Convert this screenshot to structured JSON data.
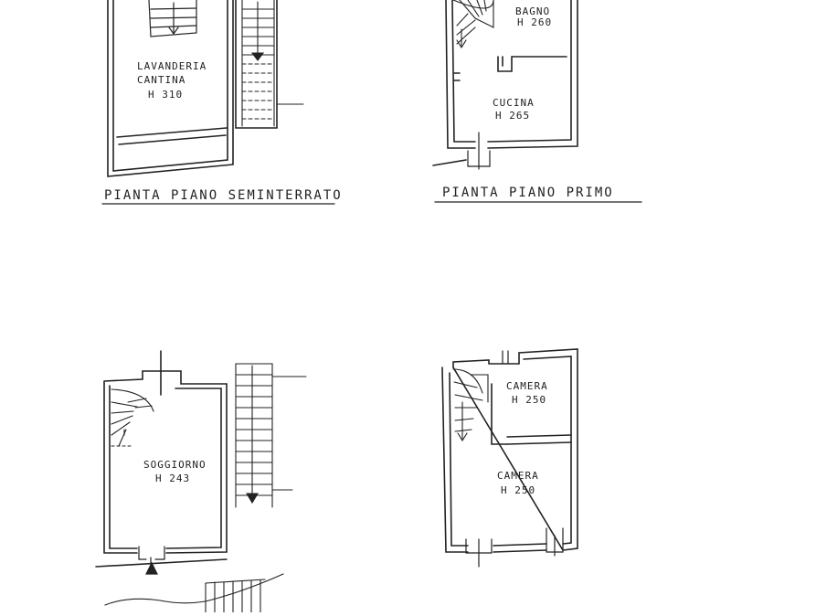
{
  "plans": {
    "basement": {
      "title": "PIANTA PIANO SEMINTERRATO",
      "room_name_1": "LAVANDERIA",
      "room_name_2": "CANTINA",
      "room_height": "H 310"
    },
    "first": {
      "title": "PIANTA PIANO PRIMO",
      "bath_name": "BAGNO",
      "bath_height": "H 260",
      "kitchen_name": "CUCINA",
      "kitchen_height": "H 265"
    },
    "ground": {
      "room_name": "SOGGIORNO",
      "room_height": "H 243"
    },
    "upper": {
      "room1_name": "CAMERA",
      "room1_height": "H 250",
      "room2_name": "CAMERA",
      "room2_height": "H 250"
    }
  },
  "colors": {
    "ink": "#222222",
    "paper": "#ffffff"
  }
}
